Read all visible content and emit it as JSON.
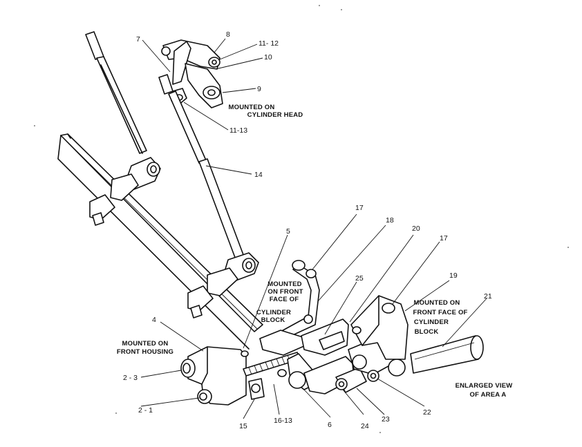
{
  "callouts": [
    {
      "key": "p8",
      "text": "8"
    },
    {
      "key": "p7",
      "text": "7"
    },
    {
      "key": "p11_12",
      "text": "11- 12"
    },
    {
      "key": "p10",
      "text": "10"
    },
    {
      "key": "p9",
      "text": "9"
    },
    {
      "key": "p11_13",
      "text": "11-13"
    },
    {
      "key": "p14",
      "text": "14"
    },
    {
      "key": "p5",
      "text": "5"
    },
    {
      "key": "p17a",
      "text": "17"
    },
    {
      "key": "p18",
      "text": "18"
    },
    {
      "key": "p20",
      "text": "20"
    },
    {
      "key": "p17b",
      "text": "17"
    },
    {
      "key": "p19",
      "text": "19"
    },
    {
      "key": "p25",
      "text": "25"
    },
    {
      "key": "p21",
      "text": "21"
    },
    {
      "key": "p4",
      "text": "4"
    },
    {
      "key": "p2_3",
      "text": "2 - 3"
    },
    {
      "key": "p2_1",
      "text": "2 - 1"
    },
    {
      "key": "p15",
      "text": "15"
    },
    {
      "key": "p16_13",
      "text": "16-13"
    },
    {
      "key": "p6",
      "text": "6"
    },
    {
      "key": "p24",
      "text": "24"
    },
    {
      "key": "p23",
      "text": "23"
    },
    {
      "key": "p22",
      "text": "22"
    }
  ],
  "captions": {
    "cylinder_head": [
      "MOUNTED ON",
      "CYLINDER HEAD"
    ],
    "front_block_left": [
      "MOUNTED",
      "ON FRONT",
      "FACE OF",
      "CYLINDER",
      "BLOCK"
    ],
    "front_block_right": [
      "MOUNTED ON",
      "FRONT FACE OF",
      "CYLINDER",
      "BLOCK"
    ],
    "front_housing": [
      "MOUNTED ON",
      "FRONT HOUSING"
    ],
    "enlarged_view": [
      "ENLARGED VIEW",
      "OF AREA A"
    ]
  }
}
